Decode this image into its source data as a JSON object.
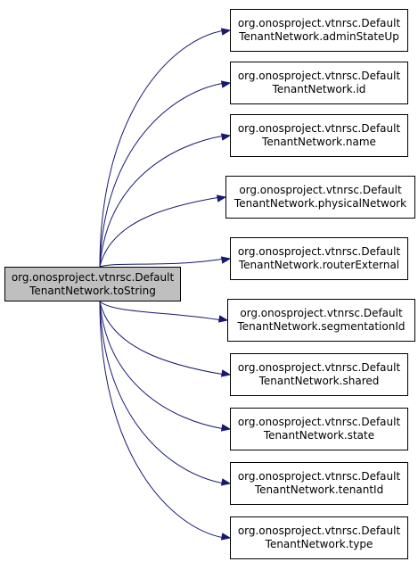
{
  "diagram": {
    "edge_color": "#191970",
    "source": {
      "line1": "org.onosproject.vtnrsc.Default",
      "line2": "TenantNetwork.toString",
      "fill": "#bfbfbf"
    },
    "targets": [
      {
        "line1": "org.onosproject.vtnrsc.Default",
        "line2": "TenantNetwork.adminStateUp"
      },
      {
        "line1": "org.onosproject.vtnrsc.Default",
        "line2": "TenantNetwork.id"
      },
      {
        "line1": "org.onosproject.vtnrsc.Default",
        "line2": "TenantNetwork.name"
      },
      {
        "line1": "org.onosproject.vtnrsc.Default",
        "line2": "TenantNetwork.physicalNetwork"
      },
      {
        "line1": "org.onosproject.vtnrsc.Default",
        "line2": "TenantNetwork.routerExternal"
      },
      {
        "line1": "org.onosproject.vtnrsc.Default",
        "line2": "TenantNetwork.segmentationId"
      },
      {
        "line1": "org.onosproject.vtnrsc.Default",
        "line2": "TenantNetwork.shared"
      },
      {
        "line1": "org.onosproject.vtnrsc.Default",
        "line2": "TenantNetwork.state"
      },
      {
        "line1": "org.onosproject.vtnrsc.Default",
        "line2": "TenantNetwork.tenantId"
      },
      {
        "line1": "org.onosproject.vtnrsc.Default",
        "line2": "TenantNetwork.type"
      }
    ]
  }
}
